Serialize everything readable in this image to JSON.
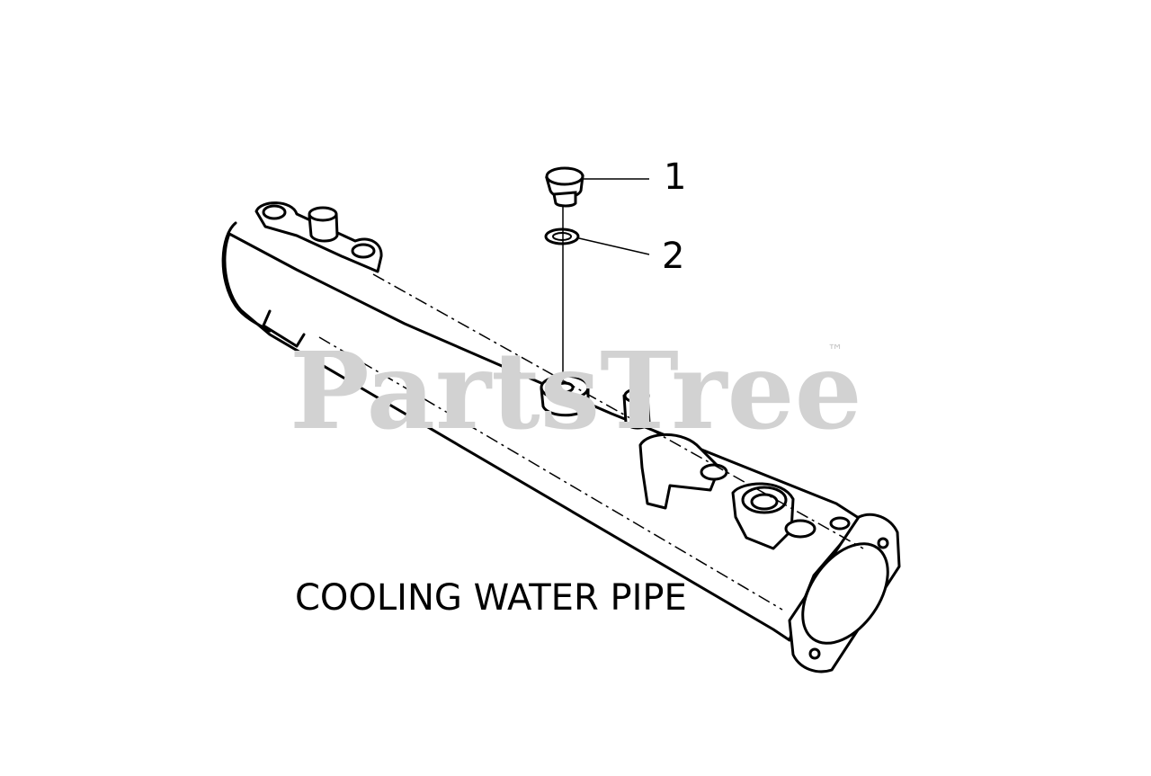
{
  "diagram": {
    "caption": "COOLING WATER PIPE",
    "watermark": "PartsTree",
    "watermark_mark": "™",
    "callouts": [
      {
        "number": "1",
        "part": "plug-bolt"
      },
      {
        "number": "2",
        "part": "gasket-washer"
      }
    ],
    "colors": {
      "line": "#000000",
      "watermark": "#d2d2d2",
      "background": "#ffffff"
    }
  }
}
